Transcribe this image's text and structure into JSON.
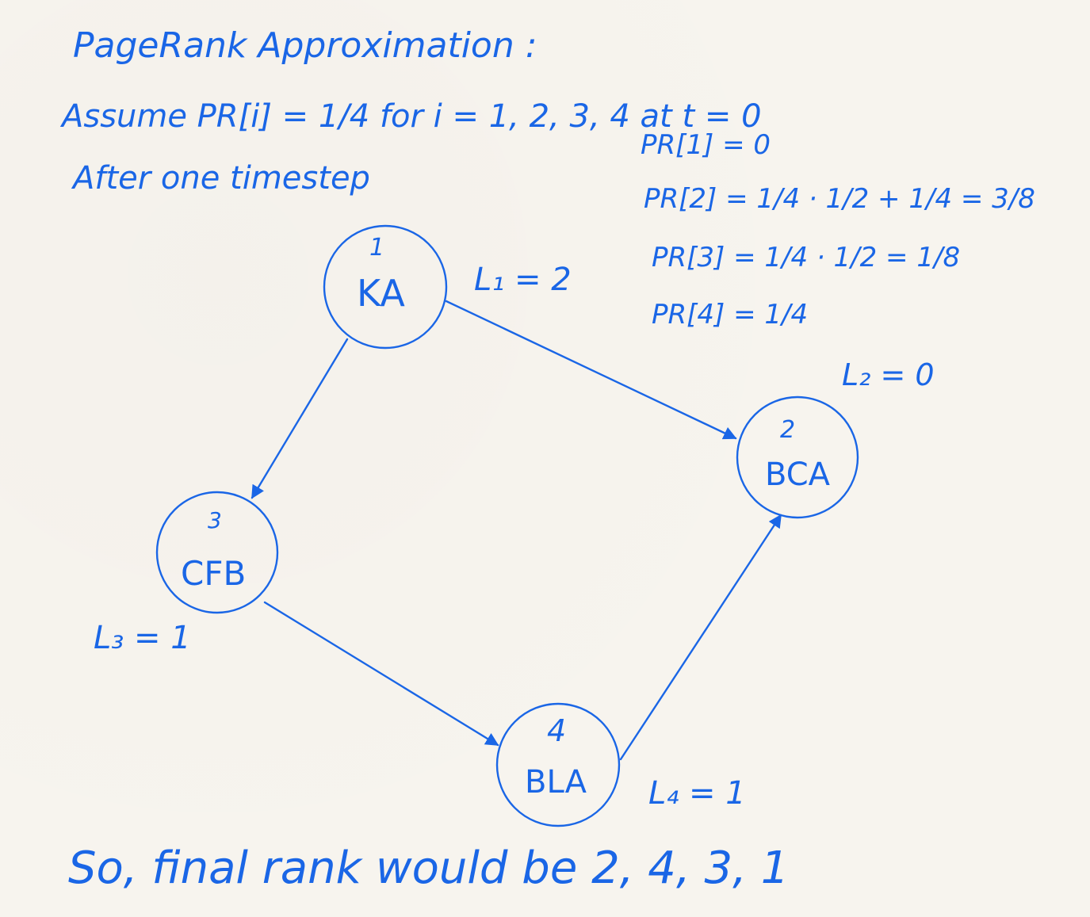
{
  "header": {
    "title": "PageRank Approximation :",
    "assumption": "Assume PR[i] = 1/4 for i = 1, 2, 3, 4 at t = 0",
    "step": "After one timestep"
  },
  "equations": [
    "PR[1] = 0",
    "PR[2] = 1/4 · 1/2 + 1/4 = 3/8",
    "PR[3] = 1/4 · 1/2 = 1/8",
    "PR[4] = 1/4"
  ],
  "nodes": [
    {
      "id": "1",
      "label": "KA"
    },
    {
      "id": "2",
      "label": "BCA"
    },
    {
      "id": "3",
      "label": "CFB"
    },
    {
      "id": "4",
      "label": "BLA"
    }
  ],
  "link_counts": {
    "l1": "L₁ = 2",
    "l2": "L₂ = 0",
    "l3": "L₃ = 1",
    "l4": "L₄ = 1"
  },
  "edges": [
    {
      "from": "1",
      "to": "2"
    },
    {
      "from": "1",
      "to": "3"
    },
    {
      "from": "3",
      "to": "4"
    },
    {
      "from": "4",
      "to": "2"
    }
  ],
  "conclusion": "So, final rank would be 2, 4, 3, 1",
  "colors": {
    "ink": "#1a66e6",
    "paper": "#f7f4ee"
  }
}
